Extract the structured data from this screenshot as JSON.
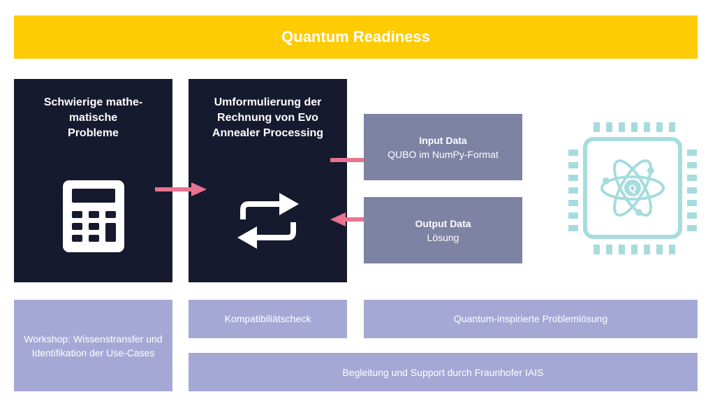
{
  "banner": {
    "title": "Quantum Readiness"
  },
  "problems": {
    "title_lines": [
      "Schwierige mathe-",
      "matische",
      "Probleme"
    ],
    "icon": "calculator-icon"
  },
  "reformulation": {
    "title_lines": [
      "Umformulierung der",
      "Rechnung von Evo",
      "Annealer Processing"
    ],
    "icon": "swap-arrows-icon"
  },
  "input_data": {
    "title": "Input Data",
    "subtitle": "QUBO im NumPy-Format"
  },
  "output_data": {
    "title": "Output Data",
    "subtitle": "Lösung"
  },
  "chip": {
    "icon": "quantum-chip-icon",
    "letter": "Q"
  },
  "phases": {
    "workshop": "Workshop: Wissenstransfer und Identifikation der Use-Cases",
    "compatibility": "Kompatibiliätscheck",
    "quantum_solving": "Quantum-inspirierte Problemlösung",
    "support": "Begleitung und Support durch Fraunhofer IAIS"
  },
  "colors": {
    "banner": "#ffcb05",
    "dark": "#161a2e",
    "data": "#7e82a3",
    "lavender": "#a5a8d4",
    "arrow": "#e8738f",
    "chip": "#a6dcde"
  }
}
